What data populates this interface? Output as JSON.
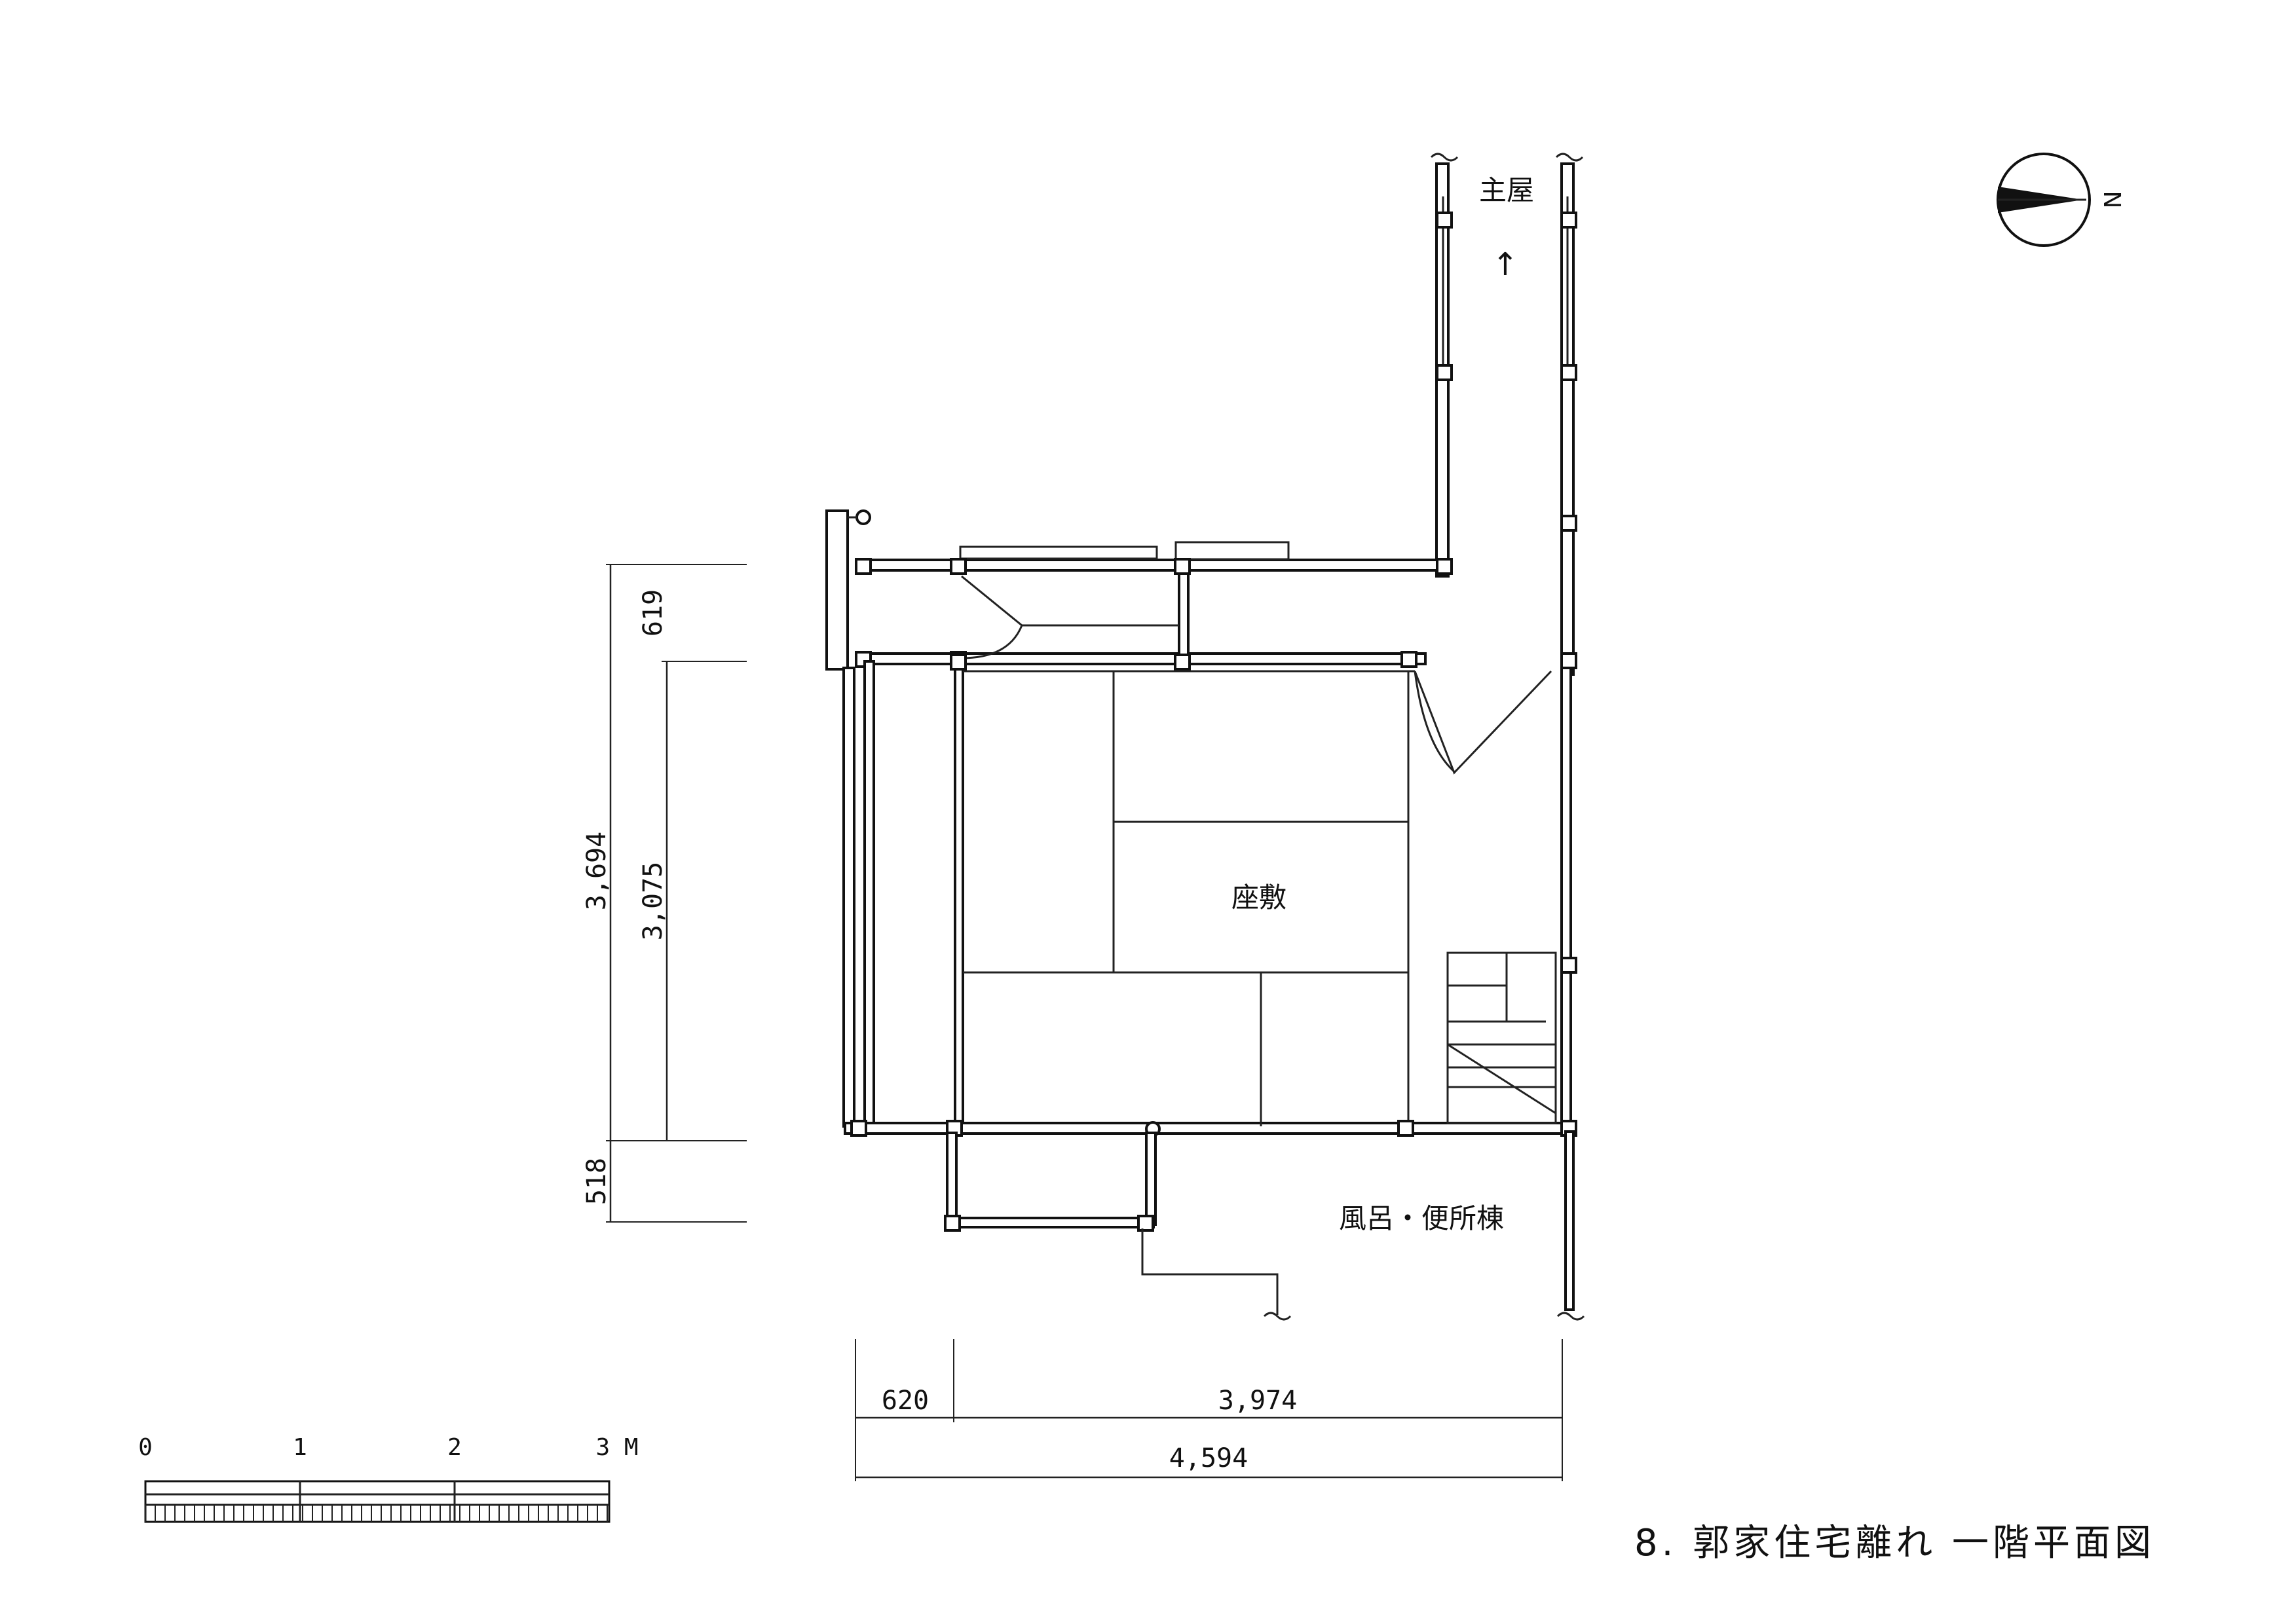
{
  "rooms": {
    "zashiki": "座敷",
    "bath_toilet_wing": "風呂・便所棟",
    "main_house": "主屋"
  },
  "arrow_glyph": "↑",
  "north_label": "N",
  "dimensions": {
    "vertical_total": "3,694",
    "vertical_upper": "619",
    "vertical_middle": "3,075",
    "vertical_lower": "518",
    "horizontal_left": "620",
    "horizontal_right": "3,974",
    "horizontal_total": "4,594"
  },
  "scale_bar": {
    "labels": [
      "0",
      "1",
      "2",
      "3 M"
    ]
  },
  "title": "8. 郭家住宅離れ 一階平面図"
}
